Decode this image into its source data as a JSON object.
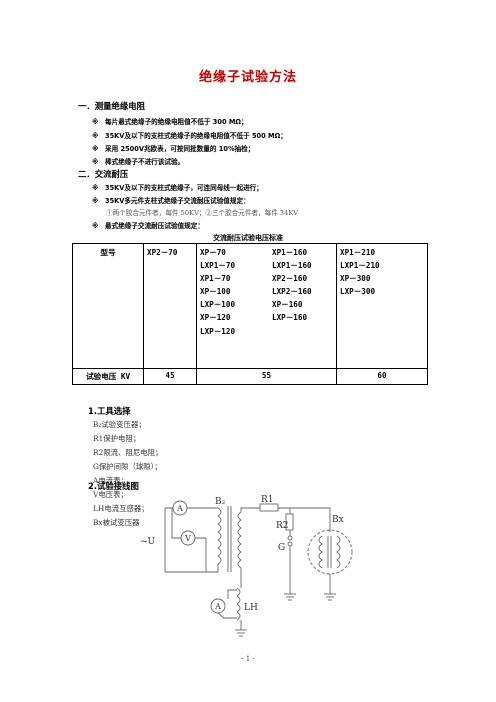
{
  "title": "绝缘子试验方法",
  "section1": {
    "heading": "一．测量绝缘电阻",
    "items": [
      "※　每片悬式绝缘子的绝缘电阻值不低于 300 MΩ；",
      "※　35KV及以下的支柱式绝缘子的绝缘电阻值不低于 500 MΩ；",
      "※　采用 2500V兆欧表，可按同批数量的 10%抽检；",
      "※　棒式绝缘子不进行该试验。"
    ]
  },
  "section2": {
    "heading": "二．交流耐压",
    "items": [
      "※　35KV及以下的支柱式绝缘子，可连同母线一起进行；",
      "※　35KV多元件支柱式绝缘子交流耐压试验值规定："
    ],
    "note": "①两个胶合元件者，每件 50KV；②三个胶合元件者，每件 34KV",
    "item3": "※　悬式绝缘子交流耐压试验值规定："
  },
  "table": {
    "caption": "交流耐压试验电压标准",
    "header_label": "型号",
    "col1_models": [
      "XP2－70"
    ],
    "col2a_models": [
      "XP－70",
      "LXP1－70",
      "XP1－70",
      "XP－100",
      "LXP－100",
      "XP－120",
      "LXP－120"
    ],
    "col2b_models": [
      "XP1－160",
      "LXP1－160",
      "XP2－160",
      "LXP2－160",
      "XP－160",
      "LXP－160"
    ],
    "col3_models": [
      "XP1－210",
      "LXP1－210",
      "XP－300",
      "LXP－300"
    ],
    "voltage_label": "试验电压 KV",
    "voltages": [
      "45",
      "55",
      "60"
    ]
  },
  "section3": {
    "heading": "1.工具选择",
    "items": [
      "B₂试验变压器；",
      "R1保护电阻；",
      "R2限流、阻尼电阻；",
      "G保护间隙（球隙）；",
      "A电流表；",
      "V电压表；",
      "LH电流互感器；",
      "Bx被试变压器"
    ]
  },
  "section4": {
    "heading": "2.试验接线图"
  },
  "diagram": {
    "A": "A",
    "V": "V",
    "U": "~U",
    "B2": "B₂",
    "R1": "R1",
    "R2": "R2",
    "G": "G",
    "Bx": "Bx",
    "LH": "LH",
    "A2": "A"
  },
  "footer": "- 1 -"
}
